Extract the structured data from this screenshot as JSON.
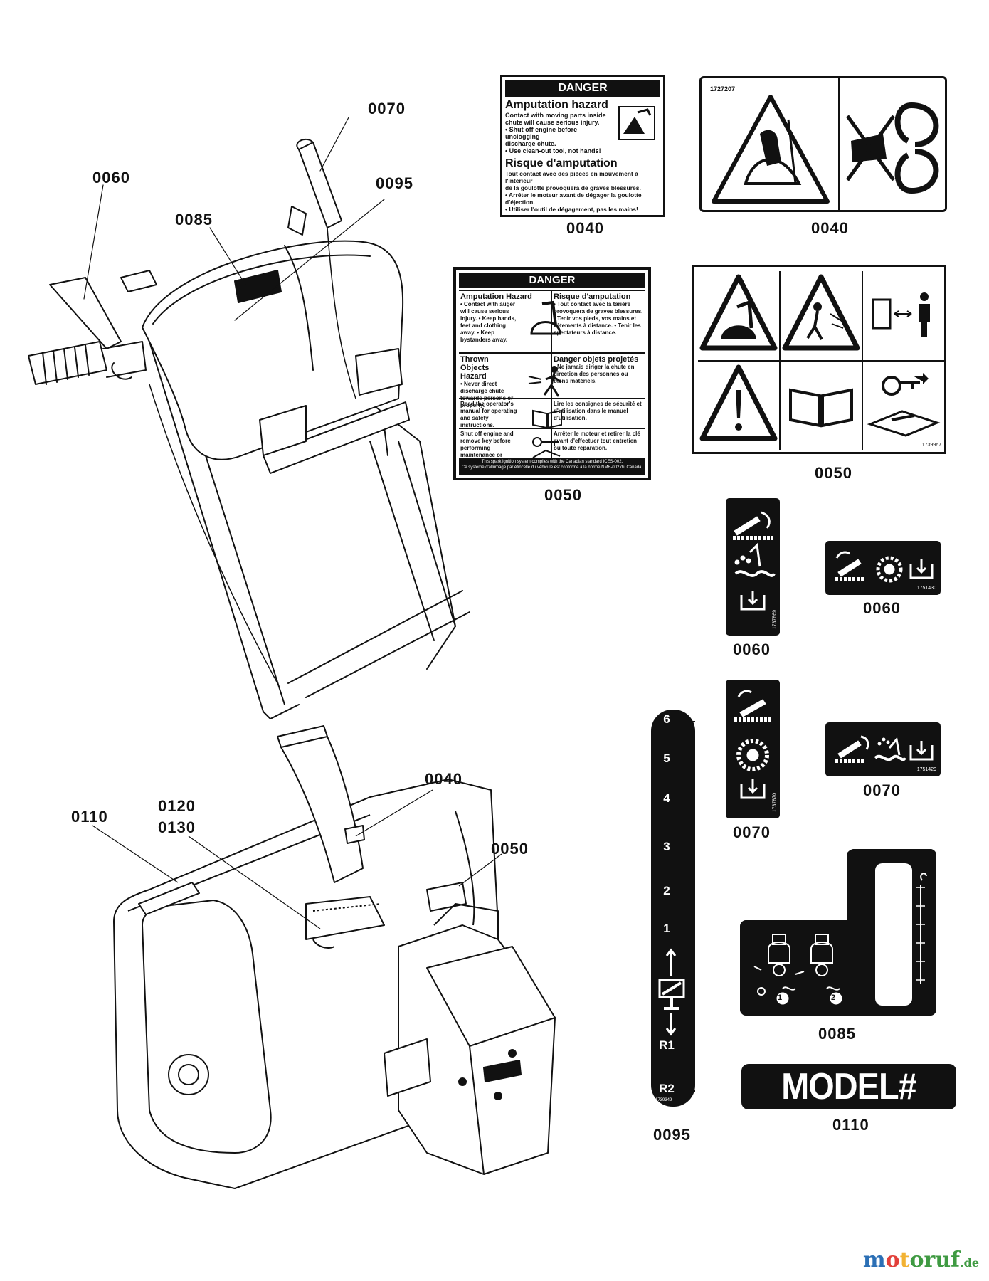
{
  "callouts": {
    "c0070_top": "0070",
    "c0060_top": "0060",
    "c0095_top": "0095",
    "c0085_top": "0085",
    "c0040_mid": "0040",
    "c0050_mid": "0050",
    "c0110_mid": "0110",
    "c0120_mid": "0120",
    "c0130_mid": "0130"
  },
  "decal_0040_a": {
    "part": "0040",
    "header": "DANGER",
    "title_en": "Amputation hazard",
    "lines_en": [
      "Contact with moving parts inside",
      "chute will cause serious injury.",
      "• Shut off engine before unclogging",
      "discharge chute.",
      "• Use clean-out tool, not hands!"
    ],
    "title_fr": "Risque d'amputation",
    "lines_fr": [
      "Tout contact avec des pièces en mouvement à l'intérieur",
      "de la goulotte provoquera de graves blessures.",
      "• Arrêter le moteur avant de dégager la goulotte",
      "d'éjection.",
      "• Utiliser l'outil de dégagement, pas les mains!"
    ]
  },
  "decal_0040_b": {
    "part": "0040",
    "code": "1727207"
  },
  "decal_0050_a": {
    "part": "0050",
    "header": "DANGER",
    "cells": [
      {
        "title": "Amputation Hazard",
        "text": "• Contact with auger will cause serious injury. • Keep hands, feet and clothing away. • Keep bystanders away."
      },
      {
        "title": "Risque d'amputation",
        "text": "• Tout contact avec la tarière provoquera de graves blessures. • Tenir vos pieds, vos mains et vêtements à distance. • Tenir les spectateurs à distance."
      },
      {
        "title": "Thrown Objects Hazard",
        "text": "• Never direct discharge chute towards persons or property."
      },
      {
        "title": "Danger objets projetés",
        "text": "• Ne jamais diriger la chute en direction des personnes ou biens matériels."
      },
      {
        "title": "",
        "text": "Read the operator's manual for operating and safety instructions."
      },
      {
        "title": "",
        "text": "Lire les consignes de sécurité et d'utilisation dans le manuel d'utilisation."
      },
      {
        "title": "",
        "text": "Shut off engine and remove key before performing maintenance or repair work."
      },
      {
        "title": "",
        "text": "Arrêter le moteur et retirer la clé avant d'effectuer tout entretien ou toute réparation."
      }
    ],
    "footer1": "This spark ignition system complies with the Canadian standard ICES-002.",
    "footer2": "Ce système d'allumage par étincelle du véhicule est conforme à la norme NMB-002 du Canada."
  },
  "decal_0050_b": {
    "part": "0050",
    "code": "1739967"
  },
  "decal_0060_v": {
    "part": "0060",
    "code": "1737869"
  },
  "decal_0060_h": {
    "part": "0060",
    "code": "1751430"
  },
  "decal_0070_v": {
    "part": "0070",
    "code": "1737870"
  },
  "decal_0070_h": {
    "part": "0070",
    "code": "1751429"
  },
  "decal_0095": {
    "part": "0095",
    "marks": [
      "6",
      "5",
      "4",
      "3",
      "2",
      "1",
      "R1",
      "R2"
    ],
    "code": "1739349"
  },
  "decal_0085": {
    "part": "0085",
    "num1": "1",
    "num2": "2"
  },
  "decal_0110": {
    "part": "0110",
    "text": "MODEL#"
  },
  "watermark": {
    "main": "motoruf",
    "suffix": ".de"
  },
  "colors": {
    "ink": "#111111",
    "paper": "#ffffff",
    "wm_m": "#2b6fb5",
    "wm_o": "#e2403a",
    "wm_t": "#f2b233",
    "wm_rest": "#3f9a42"
  }
}
